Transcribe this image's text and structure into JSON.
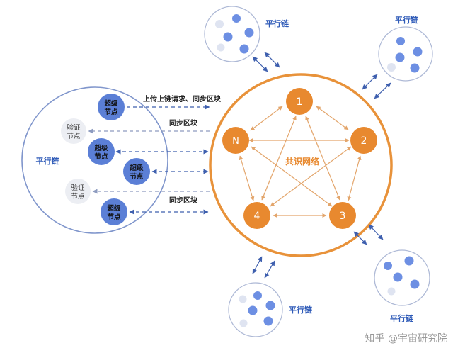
{
  "colors": {
    "consensus_ring": "#e8923a",
    "consensus_node": "#e8892f",
    "consensus_text": "#e8892f",
    "chain_circle": "#8096cc",
    "super_node": "#5b7fd6",
    "verify_node": "#eceef3",
    "dot_blue": "#6d8fe3",
    "dot_light": "#dfe4f1",
    "arrow_blue": "#3e5fae",
    "text_dark": "#333333",
    "text_blue": "#2f5bb8"
  },
  "consensus": {
    "label": "共识网络",
    "nodes": [
      "1",
      "2",
      "3",
      "4",
      "N"
    ]
  },
  "main_chain": {
    "title": "平行链",
    "super_node_label": [
      "超级",
      "节点"
    ],
    "verify_node_label": [
      "验证",
      "节点"
    ]
  },
  "arrows": {
    "upload": "上传上链请求、同步区块",
    "sync_1": "同步区块",
    "sync_2": "同步区块"
  },
  "satellites": {
    "top_left": "平行链",
    "top_right": "平行链",
    "bottom_left": "平行链",
    "bottom_right": "平行链"
  },
  "watermark": "知乎 @宇宙研究院"
}
